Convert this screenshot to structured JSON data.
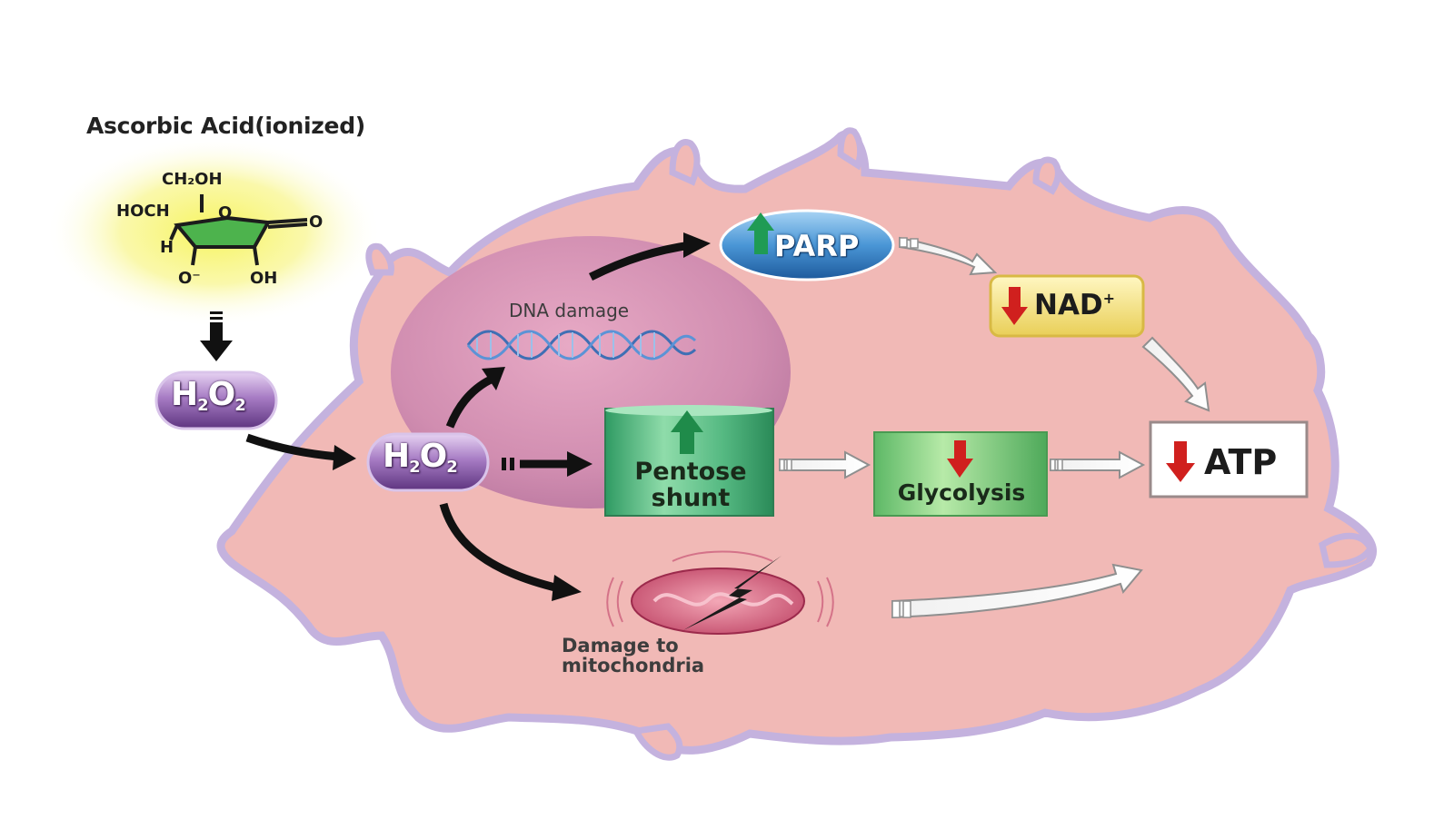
{
  "diagram": {
    "title": "Ascorbic Acid(ionized)",
    "molecule": {
      "atoms": [
        "CH₂OH",
        "HOCH",
        "O",
        "O",
        "H",
        "O⁻",
        "OH"
      ]
    },
    "nodes": {
      "h2o2_outside": {
        "main": "H",
        "sub1": "2",
        "mid": "O",
        "sub2": "2"
      },
      "h2o2_inside": {
        "main": "H",
        "sub1": "2",
        "mid": "O",
        "sub2": "2"
      },
      "dna_damage": "DNA damage",
      "parp": "PARP",
      "nad": {
        "text": "NAD",
        "sup": "+"
      },
      "atp": "ATP",
      "pentose": "Pentose shunt",
      "glycolysis": "Glycolysis",
      "mitochondria": "Damage to mitochondria"
    },
    "indicators": {
      "parp": "up",
      "nad": "down",
      "atp": "down",
      "pentose": "up",
      "glycolysis": "down"
    },
    "colors": {
      "cell_fill": "#f2bcb8",
      "cell_outline": "#b8a6d6",
      "nucleus": "#c986a8",
      "parp_pill": "#3f8fd2",
      "nad_box": "#f4e07a",
      "pentose_box": "#3fae72",
      "glycolysis_box": "#6cc06f",
      "up_arrow": "#1f9b54",
      "down_arrow": "#d0201e",
      "h2o2_pill": "#8a5aa8",
      "glow": "#f7f27a"
    }
  }
}
